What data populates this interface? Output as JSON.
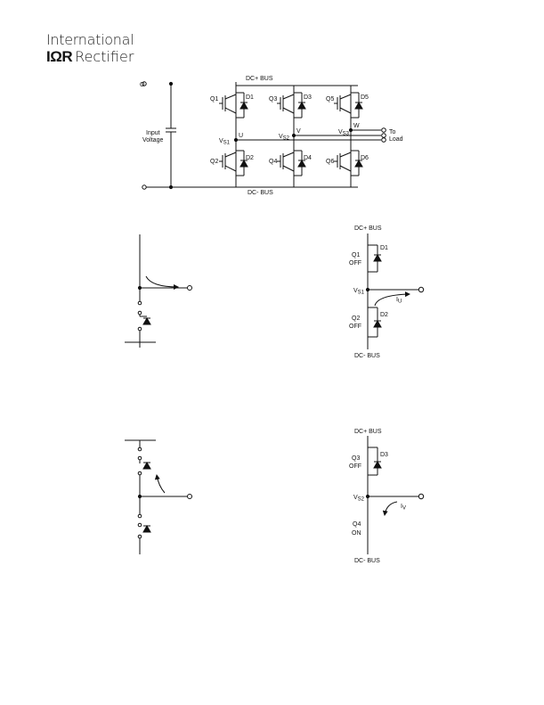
{
  "logo": {
    "line1": "International",
    "mark": "IΩR",
    "word": "Rectifier"
  },
  "schematic": {
    "bus_top": "DC+ BUS",
    "bus_bottom": "DC- BUS",
    "input_voltage_l1": "Input",
    "input_voltage_l2": "Voltage",
    "top_left_terminal": "O",
    "transistors": [
      "Q1",
      "Q3",
      "Q5",
      "Q2",
      "Q4",
      "Q6"
    ],
    "diodes": [
      "D1",
      "D3",
      "D5",
      "D2",
      "D4",
      "D6"
    ],
    "phases": [
      "U",
      "V",
      "W"
    ],
    "v_u": "V",
    "v_u_sub": "S1",
    "v_v": "V",
    "v_v_sub": "S2",
    "v_w": "V",
    "v_w_sub": "S3",
    "to_load_l1": "To",
    "to_load_l2": "Load"
  },
  "phase1": {
    "bus_top": "DC+ BUS",
    "bus_bottom": "DC- BUS",
    "q_top": "Q1",
    "q_top_state": "OFF",
    "d_top": "D1",
    "q_bot": "Q2",
    "q_bot_state": "OFF",
    "d_bot": "D2",
    "vs": "V",
    "vs_sub": "S1",
    "current": "I",
    "current_sub": "U"
  },
  "phase2": {
    "bus_top": "DC+ BUS",
    "bus_bottom": "DC- BUS",
    "q_top": "Q3",
    "q_top_state": "OFF",
    "d_top": "D3",
    "q_bot": "Q4",
    "q_bot_state": "ON",
    "vs": "V",
    "vs_sub": "S2",
    "current": "I",
    "current_sub": "V"
  }
}
